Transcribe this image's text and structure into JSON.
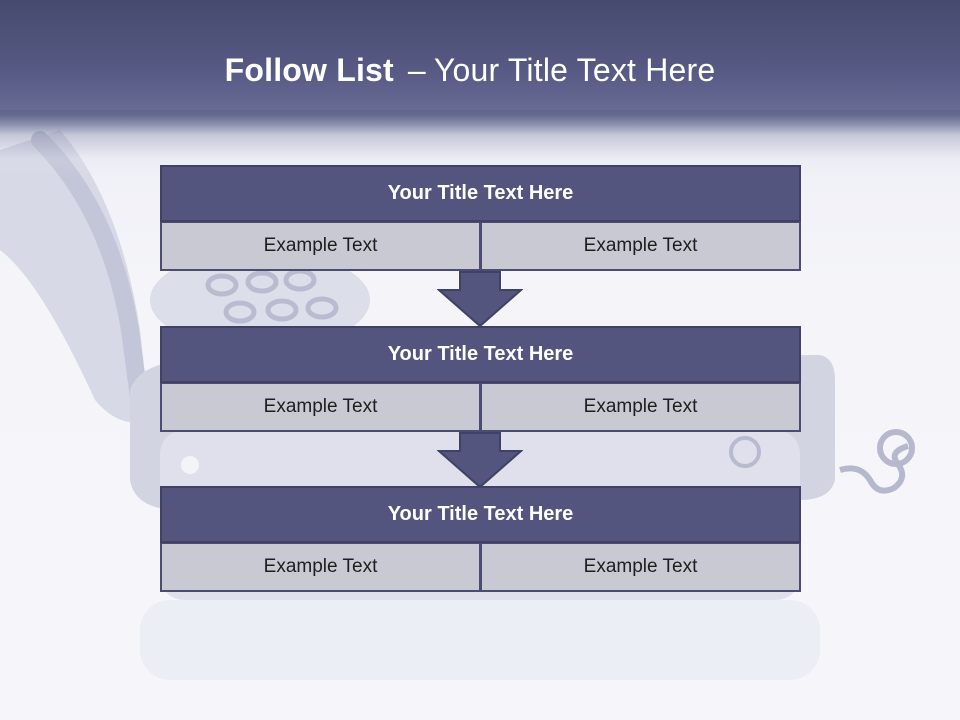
{
  "slide": {
    "title_bold": "Follow List",
    "title_separator": "–",
    "title_rest": "Your Title Text Here"
  },
  "colors": {
    "banner": "#53557e",
    "box_header": "#53557e",
    "box_cell": "#c9c9d3",
    "arrow": "#53557e"
  },
  "steps": [
    {
      "title": "Your Title Text Here",
      "cells": [
        "Example Text",
        "Example Text"
      ]
    },
    {
      "title": "Your Title Text Here",
      "cells": [
        "Example Text",
        "Example Text"
      ]
    },
    {
      "title": "Your Title Text Here",
      "cells": [
        "Example Text",
        "Example Text"
      ]
    }
  ],
  "arrows": [
    {
      "icon": "down-arrow-icon"
    },
    {
      "icon": "down-arrow-icon"
    }
  ],
  "background": {
    "icon": "telephone-photo"
  }
}
